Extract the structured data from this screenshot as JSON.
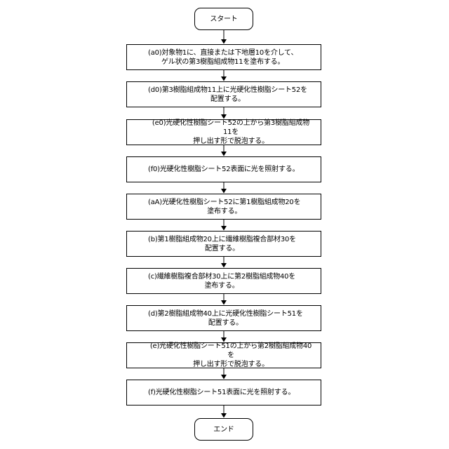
{
  "flowchart": {
    "start": "スタート",
    "steps": [
      "(a0)対象物1に、直接または下地層10を介して、\nゲル状の第3樹脂組成物11を塗布する。",
      "(d0)第3樹脂組成物11上に光硬化性樹脂シート52を\n配置する。",
      "(e0)光硬化性樹脂シート52の上から第3樹脂組成物11を\n押し出す形で脱泡する。",
      "(f0)光硬化性樹脂シート52表面に光を照射する。",
      "(aA)光硬化性樹脂シート52に第1樹脂組成物20を\n塗布する。",
      "(b)第1樹脂組成物20上に繊維樹脂複合部材30を\n配置する。",
      "(c)繊維樹脂複合部材30上に第2樹脂組成物40を\n塗布する。",
      "(d)第2樹脂組成物40上に光硬化性樹脂シート51を\n配置する。",
      "(e)光硬化性樹脂シート51の上から第2樹脂組成物40を\n押し出す形で脱泡する。",
      "(f)光硬化性樹脂シート51表面に光を照射する。"
    ],
    "end": "エンド"
  }
}
